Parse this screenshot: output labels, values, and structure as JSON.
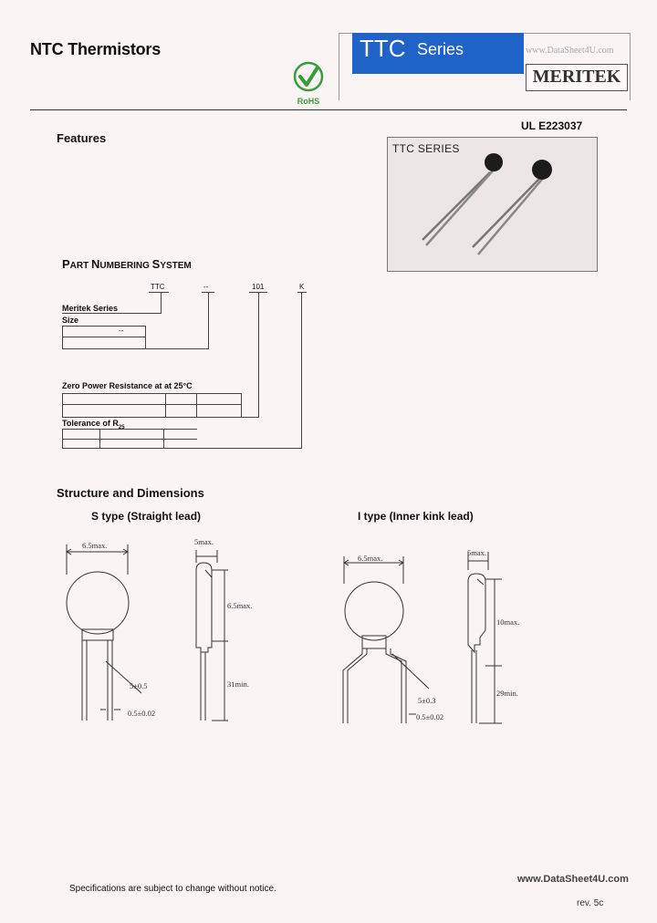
{
  "header": {
    "title": "NTC Thermistors",
    "series_code": "TTC",
    "series_word": "Series",
    "watermark_top": "www.DataSheet4U.com",
    "brand": "MERITEK",
    "rohs_label": "RoHS",
    "ul": "UL E223037"
  },
  "features": {
    "title": "Features"
  },
  "photo": {
    "label": "TTC  SERIES"
  },
  "part_numbering": {
    "title_caps": [
      "P",
      "N",
      "S"
    ],
    "title_rest": [
      "ART ",
      "UMBERING ",
      "YSTEM"
    ],
    "code": [
      "TTC",
      "--",
      "101",
      "K"
    ],
    "series_label": "Meritek Series",
    "size_label": "Size",
    "size_value": "--",
    "resistance_label": "Zero Power Resistance at at 25°C",
    "tolerance_label": "Tolerance of R",
    "tolerance_sub": "25"
  },
  "structure": {
    "title": "Structure and Dimensions",
    "s_type": "S type (Straight lead)",
    "i_type": "I type (Inner kink lead)",
    "s_dims": {
      "diameter": "6.5max.",
      "thick": "5max.",
      "body_h": "6.5max.",
      "lead_len": "31min.",
      "pitch": "5±0.5",
      "lead_d": "0.5±0.02"
    },
    "i_dims": {
      "diameter": "6.5max.",
      "thick": "5max.",
      "body_h": "10max.",
      "lead_len": "29min.",
      "pitch": "5±0.3",
      "lead_d": "0.5±0.02"
    }
  },
  "footer": {
    "disclaimer": "Specifications are subject to change without notice.",
    "watermark": "www.DataSheet4U.com",
    "rev": "rev. 5c"
  },
  "colors": {
    "series_blue": "#1f63c9",
    "rohs_green": "#3a9b3a",
    "background": "#fbf4f4"
  }
}
